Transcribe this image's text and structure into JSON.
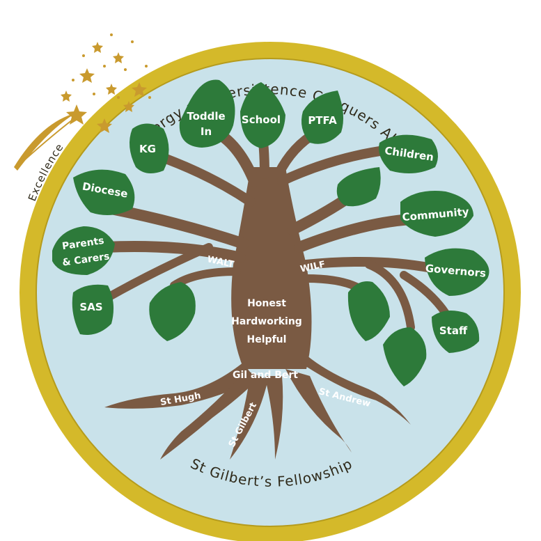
{
  "ring": {
    "top_motto": "Energy and Persistence Conquers All",
    "left_motto": "Excellence",
    "bottom_title": "St Gilbert’s Fellowship"
  },
  "colors": {
    "ring": "#d4b92a",
    "sky": "#c9e2ea",
    "trunk": "#7a5a43",
    "leaf": "#2d7a3a",
    "star": "#c99a2e"
  },
  "leaves": {
    "toddle_in_1": "Toddle",
    "toddle_in_2": "In",
    "school": "School",
    "ptfa": "PTFA",
    "kg": "KG",
    "children": "Children",
    "diocese": "Diocese",
    "community": "Community",
    "parents_1": "Parents",
    "parents_2": "& Carers",
    "governors": "Governors",
    "sas": "SAS",
    "staff": "Staff"
  },
  "branches": {
    "walt": "WALT",
    "wilf": "WILF"
  },
  "trunk": {
    "line1": "Honest",
    "line2": "Hardworking",
    "line3": "Helpful",
    "mascots": "Gil and Bert"
  },
  "roots": {
    "st_hugh": "St Hugh",
    "st_gilbert": "St Gilbert",
    "st_andrew": "St Andrew"
  }
}
